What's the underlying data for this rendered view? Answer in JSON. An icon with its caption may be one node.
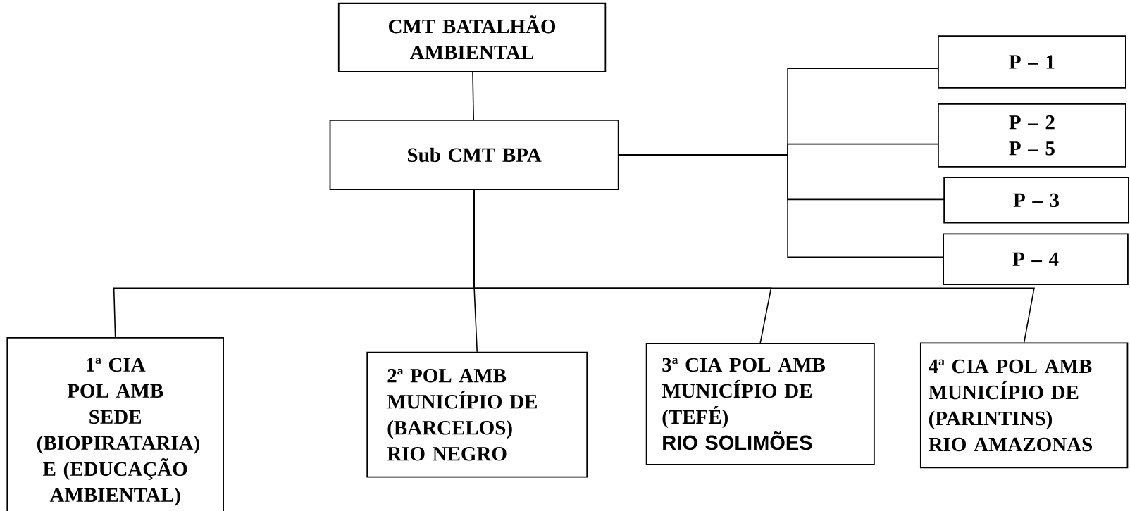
{
  "diagram": {
    "nodes": [
      {
        "text": [
          "CMT BATALHÃO AMBIENTAL"
        ]
      },
      {
        "text": [
          "Sub CMT BPA"
        ]
      },
      {
        "text": [
          "P – 1"
        ]
      },
      {
        "text": [
          "P – 2",
          "P – 5"
        ]
      },
      {
        "text": [
          "P – 3"
        ]
      },
      {
        "text": [
          "P – 4"
        ]
      },
      {
        "text": [
          "1ª CIA POL AMB",
          "SEDE (BIOPIRATARIA) E (EDUCAÇÃO AMBIENTAL)"
        ]
      },
      {
        "text": [
          "2ª POL AMB MUNICÍPIO DE (BARCELOS)",
          "RIO NEGRO"
        ]
      },
      {
        "text": [
          "3ª CIA POL AMB MUNICÍPIO DE (TEFÉ)",
          "RIO SOLIMÕES"
        ]
      },
      {
        "text": [
          "4ª CIA POL AMB MUNICÍPIO DE (PARINTINS)",
          "RIO AMAZONAS"
        ]
      }
    ],
    "edges": [
      {
        "from": 0,
        "to": 1,
        "arrow": "none"
      },
      {
        "from": 1,
        "to": 2,
        "arrow": "none"
      },
      {
        "from": 1,
        "to": 3,
        "arrow": "none"
      },
      {
        "from": 1,
        "to": 4,
        "arrow": "none"
      },
      {
        "from": 1,
        "to": 5,
        "arrow": "none"
      },
      {
        "from": 1,
        "to": 6,
        "arrow": "none"
      },
      {
        "from": 1,
        "to": 7,
        "arrow": "none"
      },
      {
        "from": 1,
        "to": 8,
        "arrow": "none"
      },
      {
        "from": 1,
        "to": 9,
        "arrow": "none"
      }
    ]
  }
}
